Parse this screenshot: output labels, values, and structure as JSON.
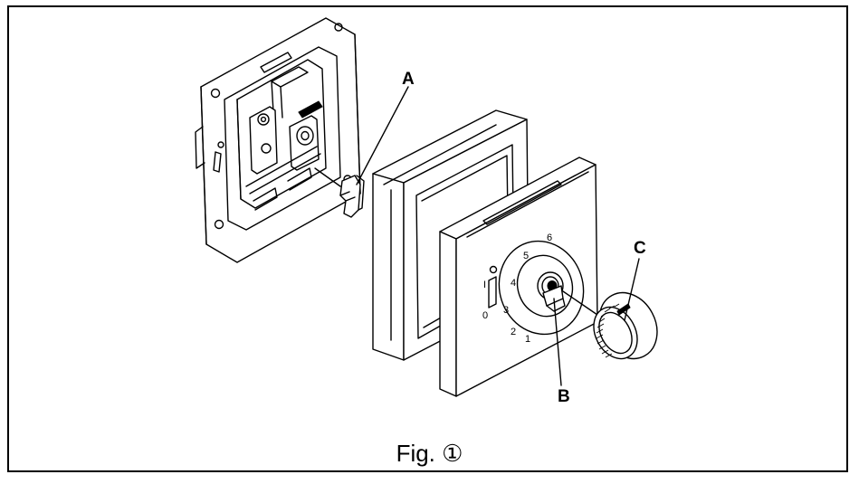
{
  "figure": {
    "caption": "Fig. ①",
    "labels": {
      "a": "A",
      "b": "B",
      "c": "C"
    },
    "dial_scale": [
      "1",
      "2",
      "3",
      "4",
      "5",
      "6"
    ],
    "switch_marks": {
      "on": "I",
      "off": "0"
    },
    "colors": {
      "line": "#000000",
      "background": "#ffffff"
    }
  }
}
